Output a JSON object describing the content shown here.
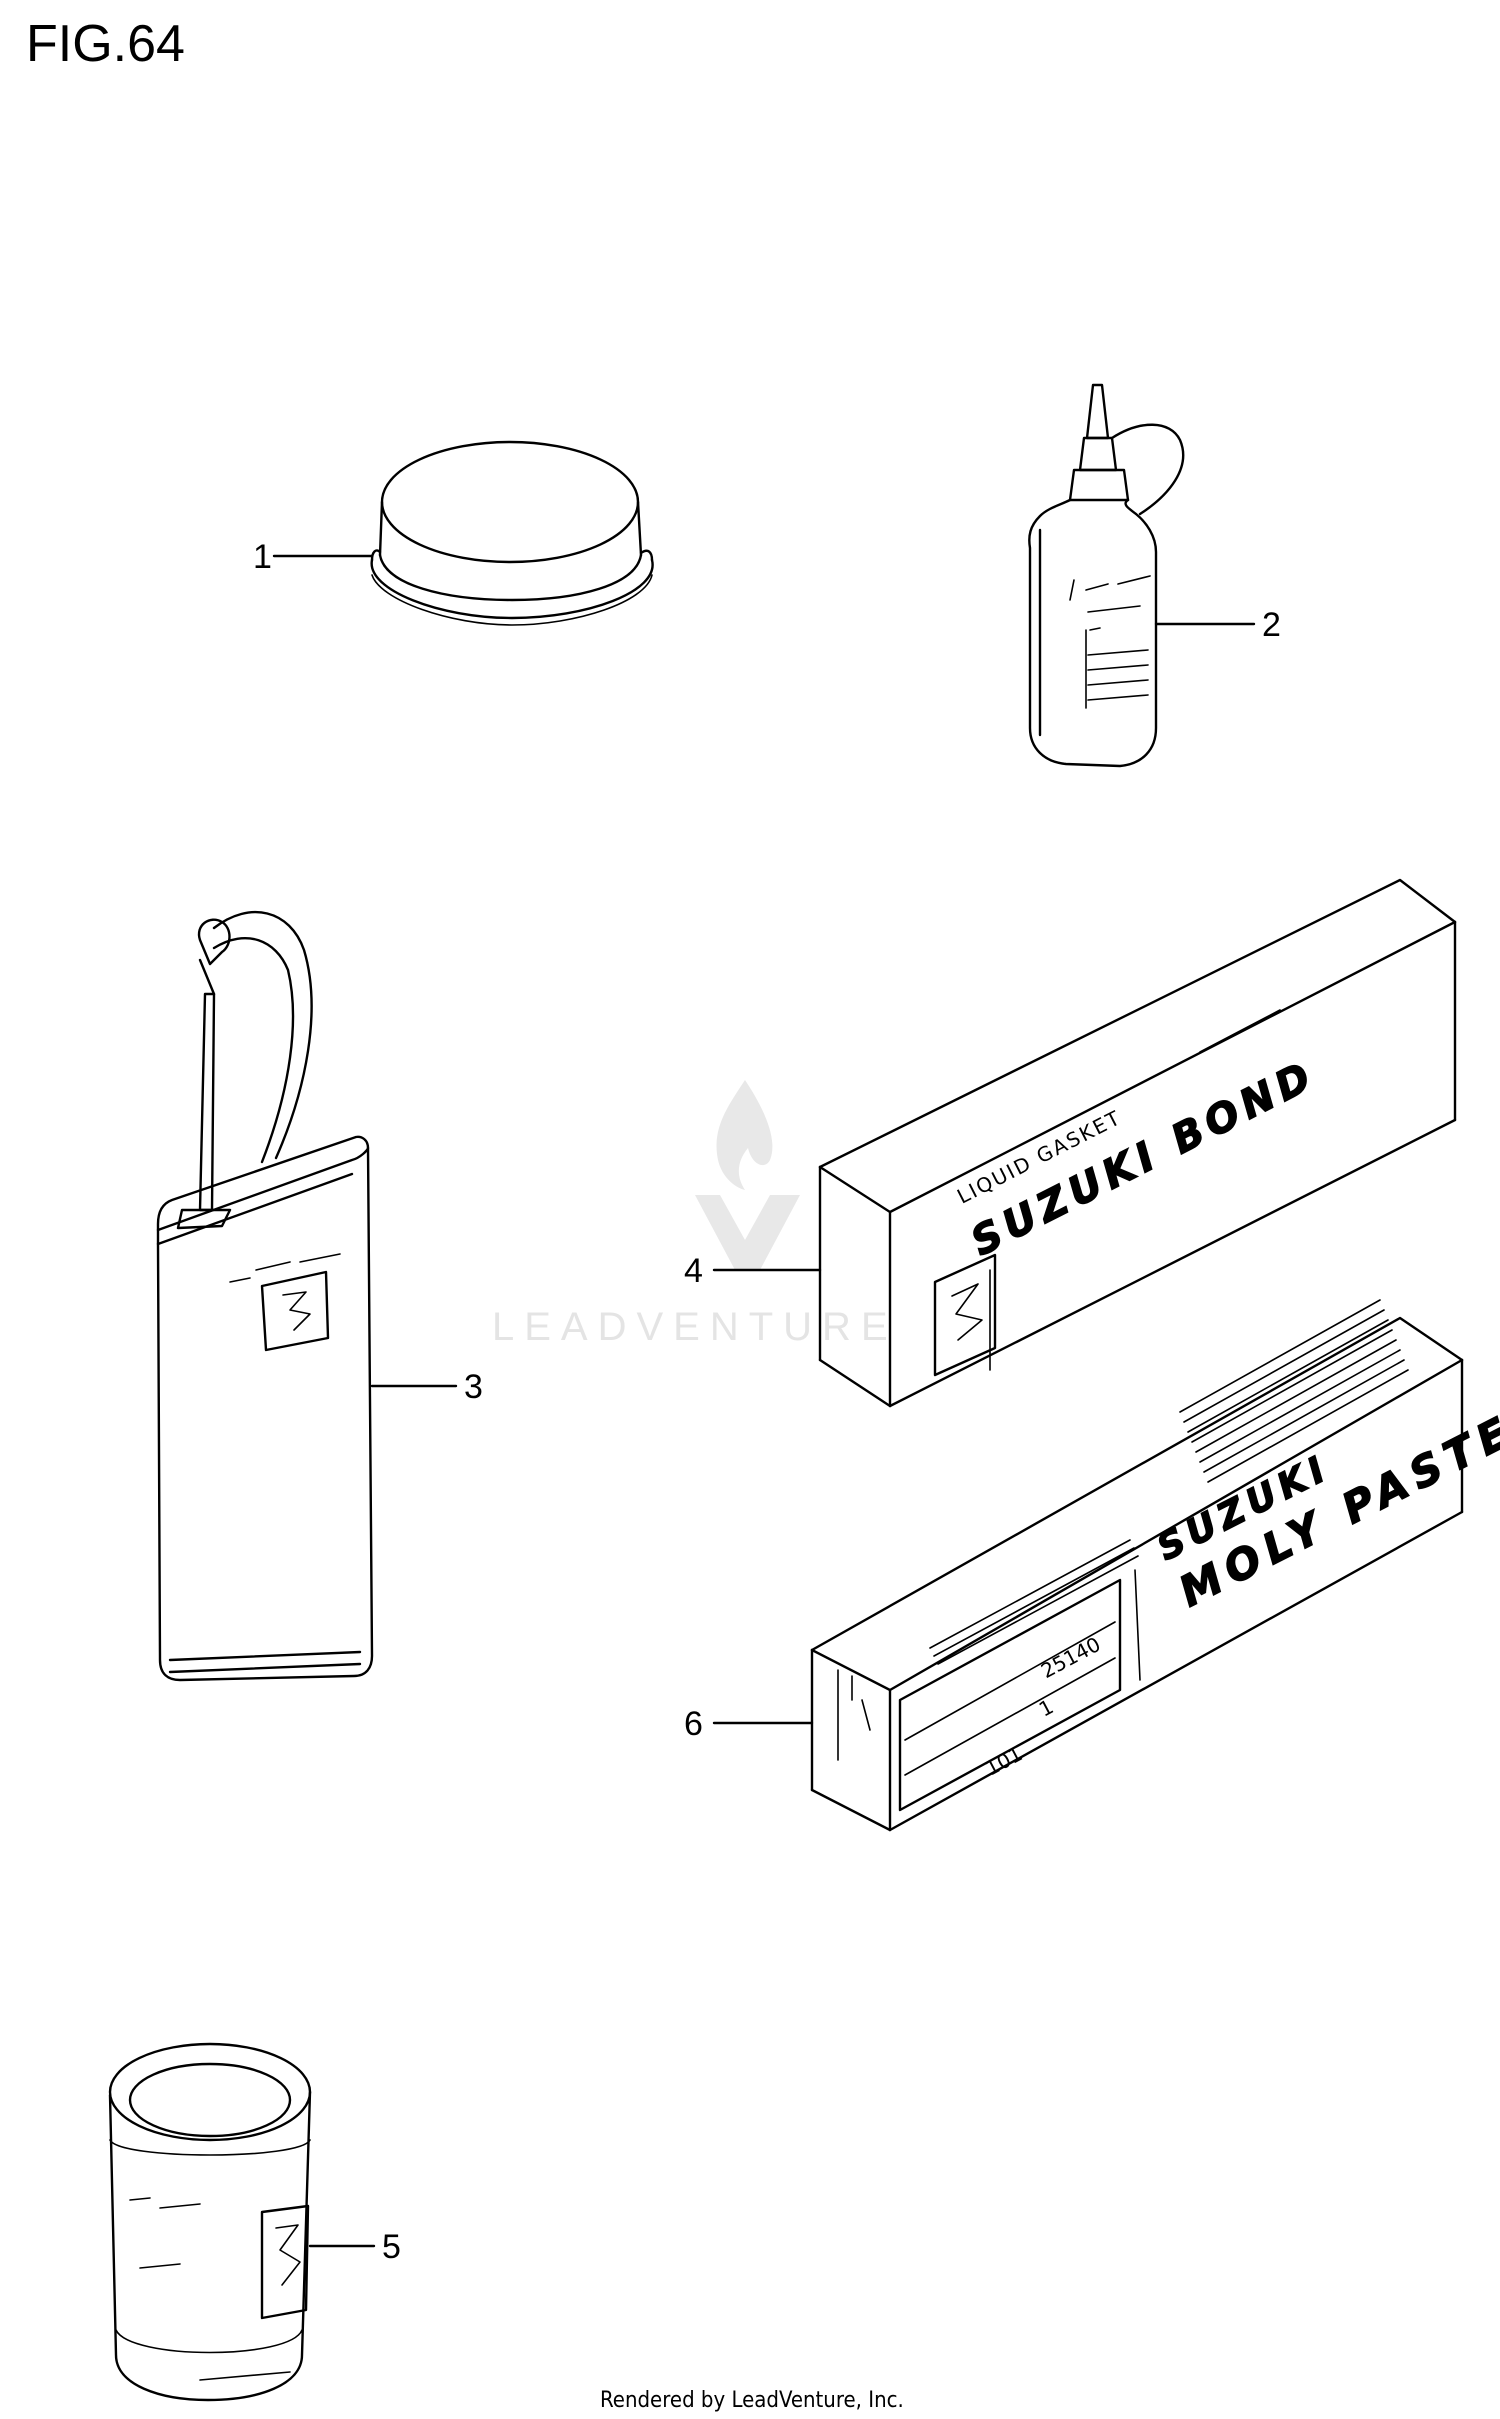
{
  "figure": {
    "title": "FIG.64"
  },
  "watermark": {
    "text": "LEADVENTURE"
  },
  "footer": {
    "text": "Rendered by LeadVenture, Inc."
  },
  "callouts": [
    {
      "id": "1",
      "part": "grease-container"
    },
    {
      "id": "2",
      "part": "oil-bottle"
    },
    {
      "id": "3",
      "part": "oil-can"
    },
    {
      "id": "4",
      "part": "bond-box"
    },
    {
      "id": "5",
      "part": "paint-can"
    },
    {
      "id": "6",
      "part": "moly-paste-box"
    }
  ],
  "labels": {
    "bond_line1": "LIQUID GASKET",
    "bond_line2": "SUZUKI BOND",
    "moly_line1": "SUZUKI",
    "moly_line2": "MOLY PASTE",
    "moly_side_code": "25140",
    "moly_side_qty": "1",
    "moly_side_num": "101",
    "logo_glyph": "S"
  },
  "colors": {
    "ink": "#000000",
    "watermark": "#e4e4e4",
    "background": "#ffffff"
  }
}
